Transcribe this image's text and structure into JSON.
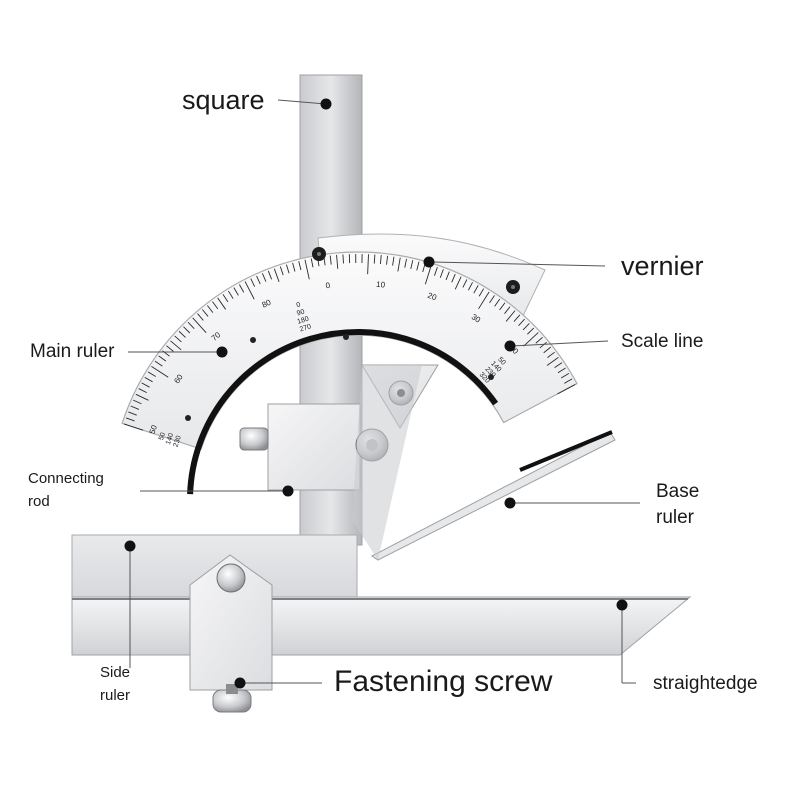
{
  "labels": {
    "square": "square",
    "vernier": "vernier",
    "main_ruler": "Main ruler",
    "scale_line": "Scale line",
    "connecting_rod_1": "Connecting",
    "connecting_rod_2": "rod",
    "base_ruler_1": "Base",
    "base_ruler_2": "ruler",
    "side_ruler_1": "Side",
    "side_ruler_2": "ruler",
    "fastening_screw": "Fastening screw",
    "straightedge": "straightedge"
  },
  "main_ruler_numbers": [
    "0",
    "10",
    "20",
    "30",
    "40",
    "50",
    "60",
    "70",
    "80"
  ],
  "main_ruler_inner": {
    "left": [
      "50",
      "140",
      "230"
    ],
    "center": [
      "0",
      "90",
      "180",
      "270"
    ],
    "right": [
      "50",
      "140",
      "230",
      "320"
    ]
  },
  "vernier_numbers": [
    "0",
    "10",
    "20",
    "30",
    "40",
    "50",
    "60"
  ],
  "colors": {
    "metal_light": "#f1f2f4",
    "metal_mid": "#d4d6da",
    "metal_dark": "#9a9ca0",
    "black_band": "#111111",
    "pointer": "#111111"
  }
}
